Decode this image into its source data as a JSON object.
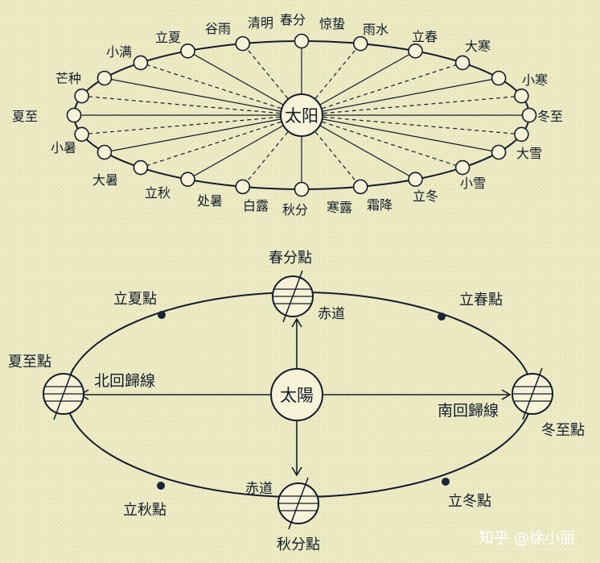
{
  "top": {
    "sun": "太阳",
    "terms": [
      "春分",
      "惊蛰",
      "雨水",
      "立春",
      "大寒",
      "小寒",
      "冬至",
      "大雪",
      "小雪",
      "立冬",
      "霜降",
      "寒露",
      "秋分",
      "白露",
      "处暑",
      "立秋",
      "大暑",
      "小暑",
      "夏至",
      "芒种",
      "小满",
      "立夏",
      "谷雨",
      "清明"
    ]
  },
  "bottom": {
    "sun": "太陽",
    "spring_equinox": "春分點",
    "autumn_equinox": "秋分點",
    "summer_solstice": "夏至點",
    "winter_solstice": "冬至點",
    "start_summer": "立夏點",
    "start_spring": "立春點",
    "start_autumn": "立秋點",
    "start_winter": "立冬點",
    "equator_top": "赤道",
    "equator_bottom": "赤道",
    "tropic_cancer": "北回歸線",
    "tropic_capricorn": "南回歸線"
  },
  "watermark": "知乎 @徐小丽",
  "colors": {
    "background": "#ecebc4",
    "ink": "#141c2c",
    "fill": "#f6f3d8"
  }
}
